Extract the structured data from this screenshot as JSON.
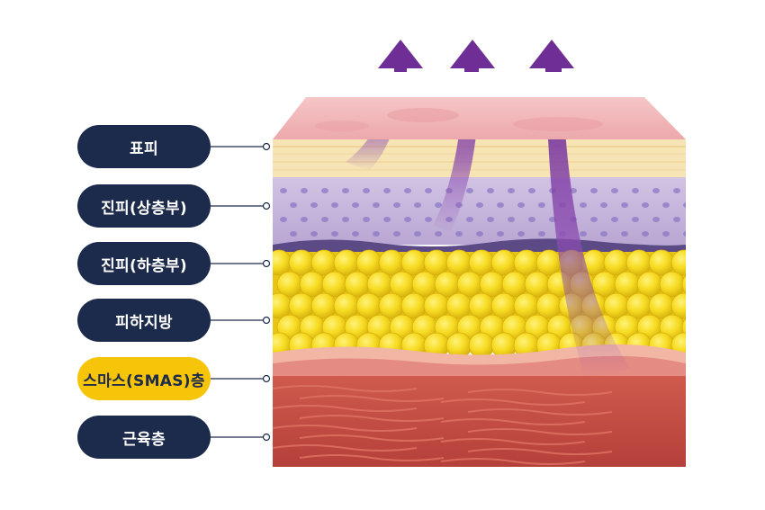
{
  "layers": [
    {
      "label": "표피",
      "highlight": false
    },
    {
      "label": "진피(상층부)",
      "highlight": false
    },
    {
      "label": "진피(하층부)",
      "highlight": false
    },
    {
      "label": "피하지방",
      "highlight": false
    },
    {
      "label": "스마스(SMAS)층",
      "highlight": true
    },
    {
      "label": "근육층",
      "highlight": false
    }
  ],
  "colors": {
    "pill_dark": "#1c2a4b",
    "pill_accent": "#f6c409",
    "epidermis": "#f6e4b4",
    "dermis_upper": "#c6b5db",
    "dermis_lower": "#5c4a87",
    "fat": "#f4d826",
    "smas": "#ec9c8f",
    "muscle": "#c24a40",
    "arrow": "#7a3a9c"
  }
}
